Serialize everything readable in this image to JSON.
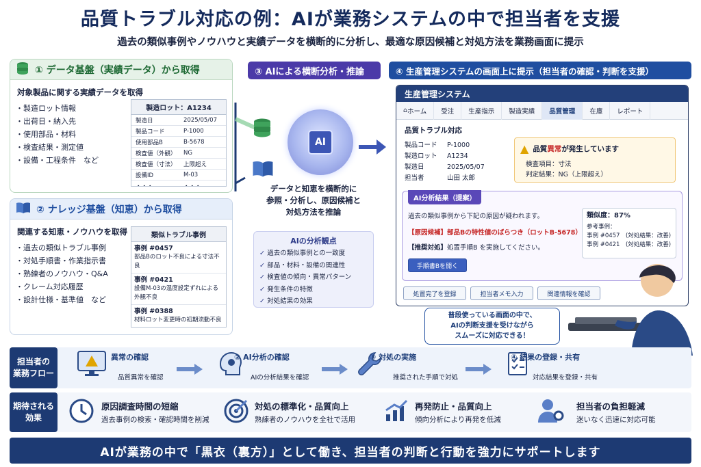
{
  "title": "品質トラブル対応の例：AIが業務システムの中で担当者を支援",
  "subtitle": "過去の類似事例やノウハウと実績データを横断的に分析し、最適な原因候補と対処方法を業務画面に提示",
  "data_panel": {
    "header": "① データ基盤（実績データ）から取得",
    "lead": "対象製品に関する実績データを取得",
    "items": [
      "製造ロット情報",
      "出荷日・納入先",
      "使用部品・材料",
      "検査結果・測定値",
      "設備・工程条件　など"
    ],
    "table": {
      "title": "製造ロット：A1234",
      "rows": [
        [
          "製造日",
          "2025/05/07"
        ],
        [
          "製品コード",
          "P-1000"
        ],
        [
          "使用部品B",
          "B-5678"
        ],
        [
          "検査値（外観）",
          "NG"
        ],
        [
          "検査値（寸法）",
          "上限超え"
        ],
        [
          "設備ID",
          "M-03"
        ],
        [
          "・・・",
          "・・・"
        ]
      ]
    }
  },
  "knowledge_panel": {
    "header": "② ナレッジ基盤（知恵）から取得",
    "lead": "関連する知恵・ノウハウを取得",
    "items": [
      "過去の類似トラブル事例",
      "対処手順書・作業指示書",
      "熟練者のノウハウ・Q&A",
      "クレーム対応履歴",
      "設計仕様・基準値　など"
    ],
    "table": {
      "title": "類似トラブル事例",
      "cases": [
        {
          "num": "事例 #0457",
          "desc": "部品Bのロット不良による寸法不良"
        },
        {
          "num": "事例 #0421",
          "desc": "設備M-03の温度設定ずれによる外観不良"
        },
        {
          "num": "事例 #0388",
          "desc": "材料ロット変更時の初期流動不良"
        }
      ]
    }
  },
  "ai_section": {
    "header": "③ AIによる横断分析・推論",
    "chip": "AI",
    "desc": [
      "データと知恵を横断的に",
      "参照・分析し、原因候補と",
      "対処方法を推論"
    ],
    "viewpoints_title": "AIの分析観点",
    "viewpoints": [
      "過去の類似事例との一致度",
      "部品・材料・設備の関連性",
      "検査値の傾向・異常パターン",
      "発生条件の特徴",
      "対処結果の効果"
    ]
  },
  "system_section": {
    "header": "④ 生産管理システムの画面上に提示（担当者の確認・判断を支援）",
    "window_title": "生産管理システム",
    "nav": [
      "ホーム",
      "受注",
      "生産指示",
      "製造実績",
      "品質管理",
      "在庫",
      "レポート"
    ],
    "active_nav": "品質管理",
    "page_title": "品質トラブル対応",
    "fields": [
      [
        "製品コード",
        "P-1000"
      ],
      [
        "製造ロット",
        "A1234"
      ],
      [
        "製造日",
        "2025/05/07"
      ],
      [
        "担当者",
        "山田 太郎"
      ]
    ],
    "alert": {
      "pre": "品質",
      "highlight": "異常",
      "post": "が発生しています",
      "item": "検査項目：寸法",
      "result": "判定結果：NG（上限超え）"
    },
    "ai_result": {
      "title": "AI分析結果（提案）",
      "intro": "過去の類似事例から下記の原因が疑われます。",
      "cause_label": "【原因候補】",
      "cause": "部品Bの特性値のばらつき（ロットB-5678）",
      "action_label": "【推奨対処】",
      "action": "処置手順B を実施してください。",
      "open_button": "手順書Bを開く",
      "similarity": "類似度：87%",
      "ref_title": "参考事例：",
      "refs": [
        "事例 #0457　(対処結果：改善)",
        "事例 #0421　(対処結果：改善)"
      ]
    },
    "buttons": [
      "処置完了を登録",
      "担当者メモ入力",
      "関連情報を確認"
    ],
    "bubble": [
      "普段使っている画面の中で、",
      "AIの判断支援を受けながら",
      "スムーズに対応できる！"
    ]
  },
  "flow": {
    "label": "担当者の\n業務フロー",
    "steps": [
      {
        "title": "異常の確認",
        "desc": "品質異常を確認"
      },
      {
        "title": "② AI分析の確認",
        "desc": "AIの分析結果を確認"
      },
      {
        "title": "③ 対処の実施",
        "desc": "推奨された手順で対処"
      },
      {
        "title": "④ 結果の登録・共有",
        "desc": "対応結果を登録・共有"
      }
    ]
  },
  "effects": {
    "label": "期待される\n効果",
    "items": [
      {
        "title": "原因調査時間の短縮",
        "desc": "過去事例の検索・確認時間を削減",
        "icon": "clock-icon"
      },
      {
        "title": "対処の標準化・品質向上",
        "desc": "熟練者のノウハウを全社で活用",
        "icon": "target-icon"
      },
      {
        "title": "再発防止・品質向上",
        "desc": "傾向分析により再発を低減",
        "icon": "growth-chart-icon"
      },
      {
        "title": "担当者の負担軽減",
        "desc": "迷いなく迅速に対応可能",
        "icon": "user-gear-icon"
      }
    ]
  },
  "footer": "AIが業務の中で「黒衣（裏方）」として働き、担当者の判断と行動を強力にサポートします",
  "colors": {
    "navy": "#1d3a73",
    "green": "#1f6a35",
    "purple": "#4b3aa8",
    "blue": "#1f4ea0",
    "red": "#c62828"
  }
}
